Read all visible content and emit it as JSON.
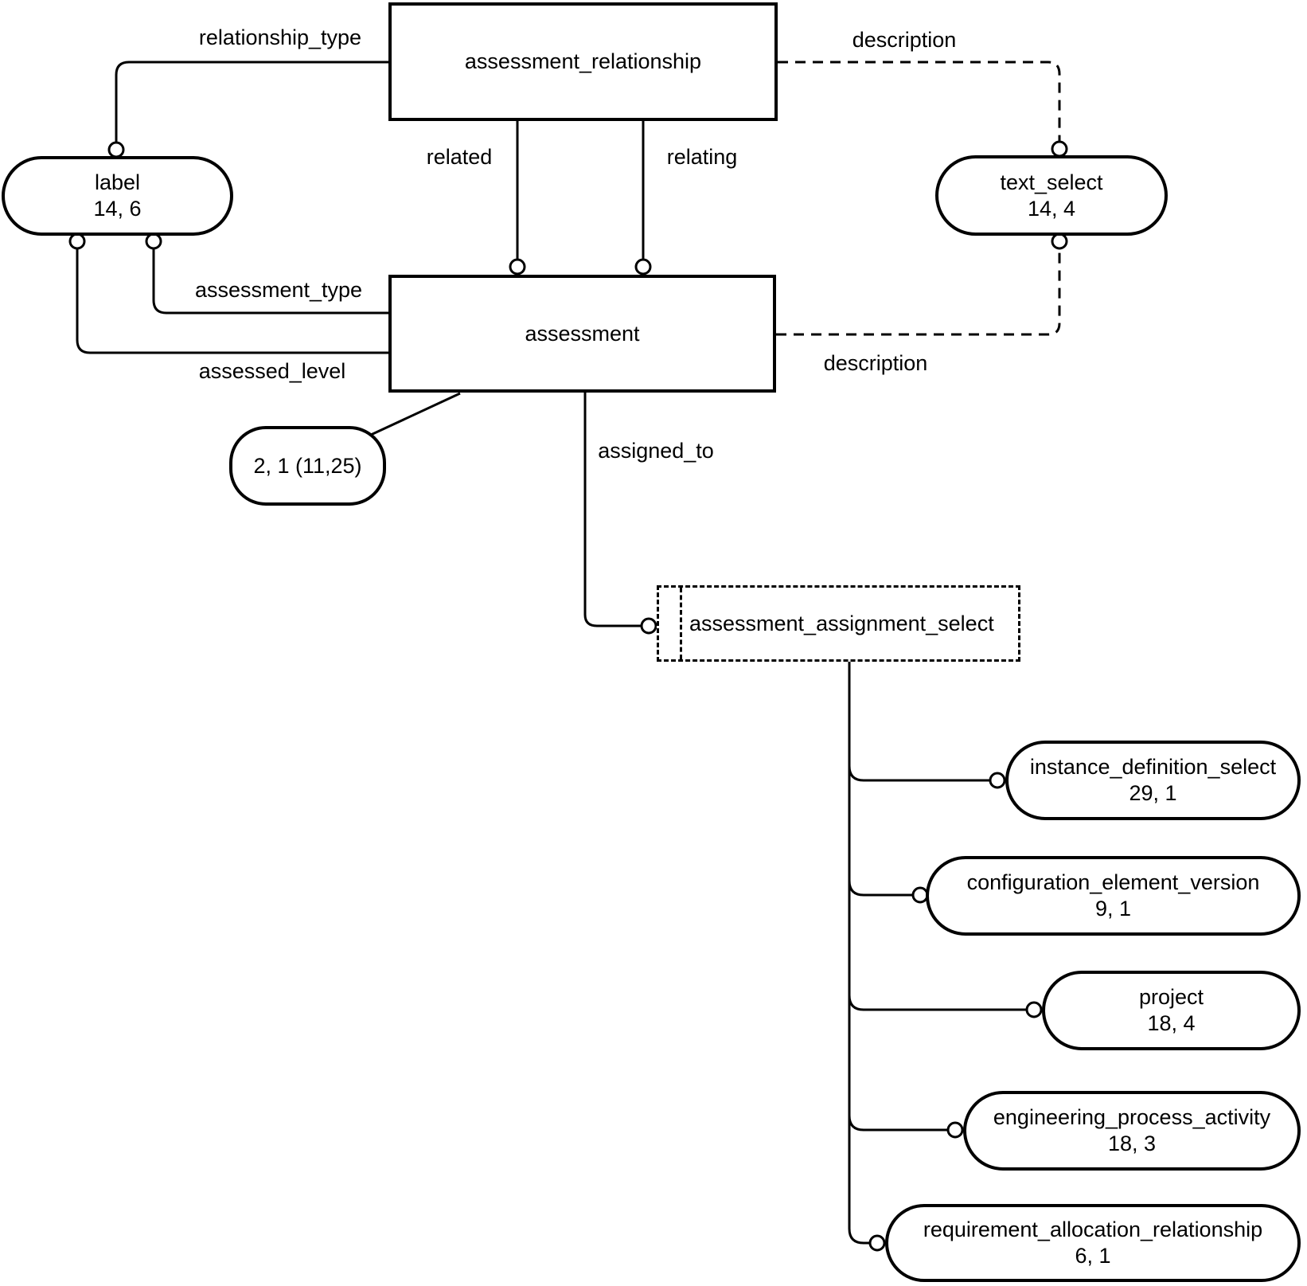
{
  "colors": {
    "ink": "#000000",
    "background": "#ffffff"
  },
  "nodes": {
    "assessment_relationship": {
      "label": "assessment_relationship"
    },
    "assessment": {
      "label": "assessment"
    },
    "label_type": {
      "label": "label",
      "ref": "14, 6"
    },
    "text_select": {
      "label": "text_select",
      "ref": "14, 4"
    },
    "page_ref_oval": {
      "label": "2, 1 (11,25)"
    },
    "assessment_assignment_select": {
      "label": "assessment_assignment_select"
    },
    "targets": [
      {
        "label": "instance_definition_select",
        "ref": "29, 1"
      },
      {
        "label": "configuration_element_version",
        "ref": "9, 1"
      },
      {
        "label": "project",
        "ref": "18, 4"
      },
      {
        "label": "engineering_process_activity",
        "ref": "18, 3"
      },
      {
        "label": "requirement_allocation_relationship",
        "ref": "6, 1"
      }
    ]
  },
  "edges": {
    "relationship_type": "relationship_type",
    "description_top": "description",
    "related": "related",
    "relating": "relating",
    "assessment_type": "assessment_type",
    "assessed_level": "assessed_level",
    "description_mid": "description",
    "assigned_to": "assigned_to"
  }
}
